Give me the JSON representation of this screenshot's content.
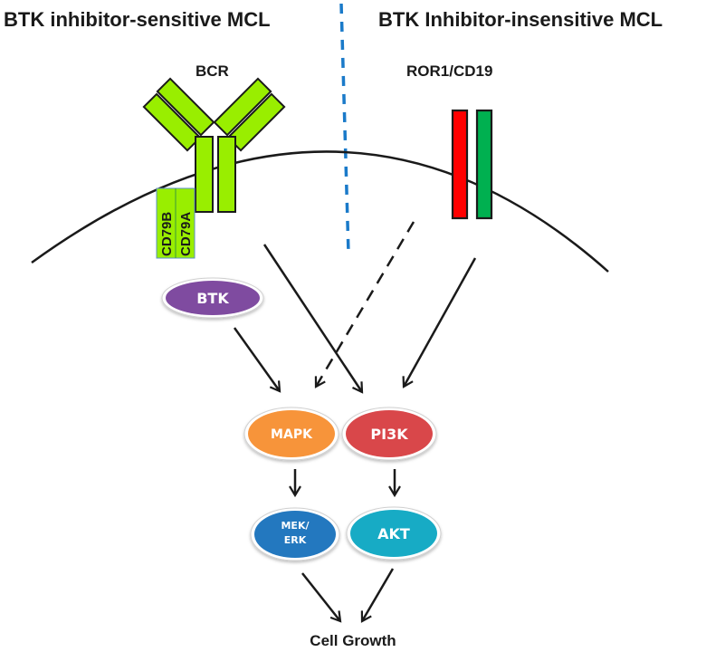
{
  "titles": {
    "left": "BTK inhibitor-sensitive MCL",
    "right": "BTK Inhibitor-insensitive MCL"
  },
  "receptors": {
    "bcr": {
      "label": "BCR",
      "color": "#99ee00",
      "subunits": [
        "CD79B",
        "CD79A"
      ]
    },
    "ror1_cd19": {
      "label": "ROR1/CD19",
      "colors": [
        "#ff0000",
        "#00b050"
      ]
    }
  },
  "nodes": {
    "btk": {
      "label": "BTK",
      "color": "#7f4ba0"
    },
    "mapk": {
      "label": "MAPK",
      "color": "#f7943a"
    },
    "pi3k": {
      "label": "PI3K",
      "color": "#d9474a"
    },
    "mek_erk": {
      "line1": "MEK/",
      "line2": "ERK",
      "color": "#2378bf"
    },
    "akt": {
      "label": "AKT",
      "color": "#17abc5"
    }
  },
  "outcome": {
    "label": "Cell Growth"
  },
  "divider_color": "#1a7ac9",
  "edges": [
    {
      "from": "BTK",
      "to": "MAPK",
      "style": "solid"
    },
    {
      "from": "BCR",
      "to": "PI3K",
      "style": "solid"
    },
    {
      "from": "ROR1/CD19",
      "to": "MAPK",
      "style": "dashed"
    },
    {
      "from": "ROR1/CD19",
      "to": "PI3K",
      "style": "solid"
    },
    {
      "from": "MAPK",
      "to": "MEK/ERK",
      "style": "solid"
    },
    {
      "from": "PI3K",
      "to": "AKT",
      "style": "solid"
    },
    {
      "from": "MEK/ERK",
      "to": "Cell Growth",
      "style": "solid"
    },
    {
      "from": "AKT",
      "to": "Cell Growth",
      "style": "solid"
    }
  ]
}
